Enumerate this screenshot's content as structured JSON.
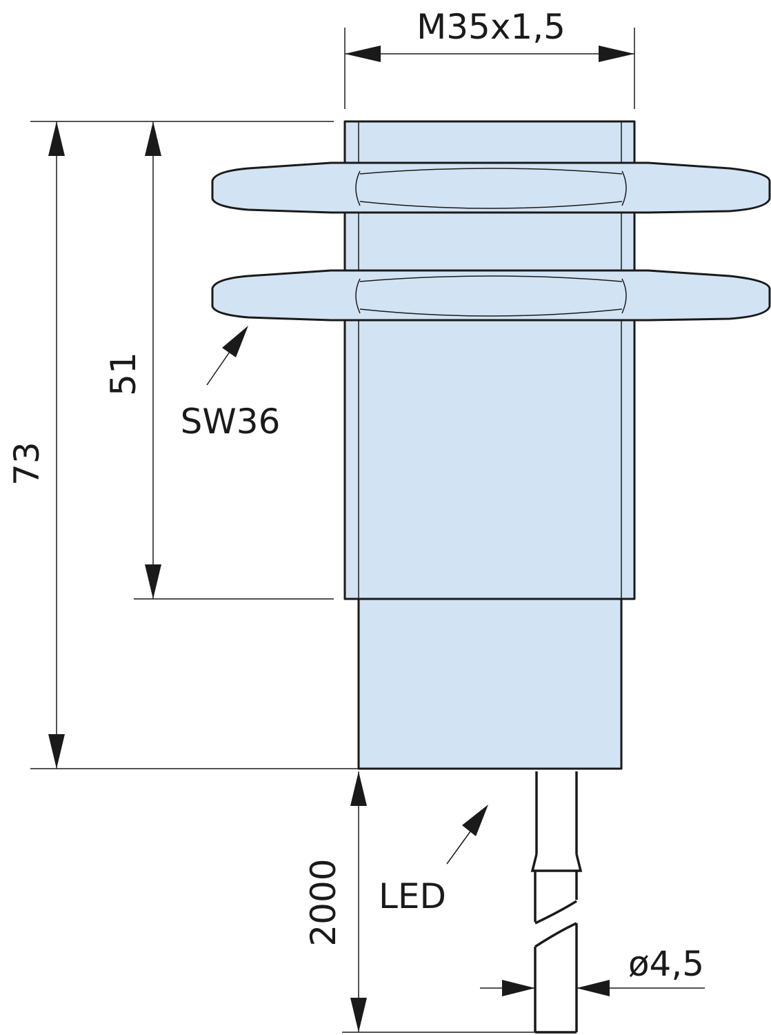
{
  "drawing": {
    "colors": {
      "body_fill": "#d2e3f3",
      "line": "#1a1a1a"
    },
    "labels": {
      "thread": "M35x1,5",
      "total_length": "73",
      "thread_length": "51",
      "wrench_size": "SW36",
      "cable_length": "2000",
      "led": "LED",
      "cable_diameter": "ø4,5"
    }
  }
}
